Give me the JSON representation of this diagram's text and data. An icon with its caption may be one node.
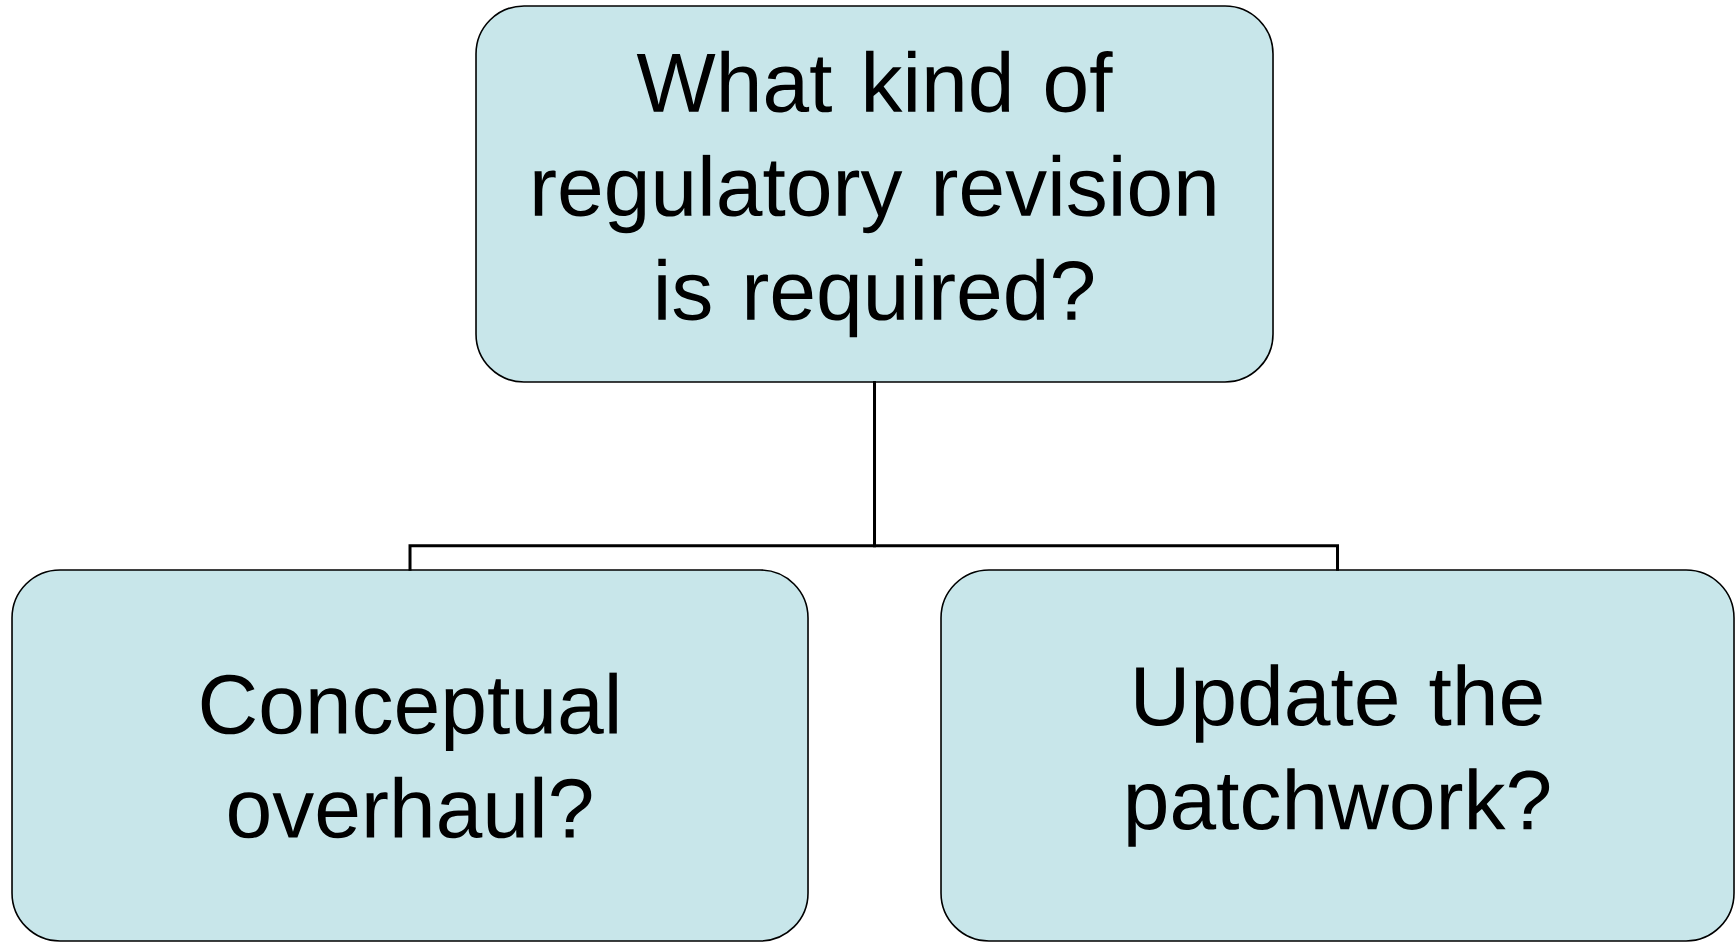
{
  "diagram": {
    "nodes": [
      {
        "text": [
          "What kind of regulatory revision is required?"
        ]
      },
      {
        "text": [
          "Conceptual overhaul?"
        ]
      },
      {
        "text": [
          "Update the patchwork?"
        ]
      }
    ],
    "edges": [
      {
        "from": 0,
        "to": 1,
        "arrow": "none"
      },
      {
        "from": 0,
        "to": 2,
        "arrow": "none"
      }
    ]
  }
}
